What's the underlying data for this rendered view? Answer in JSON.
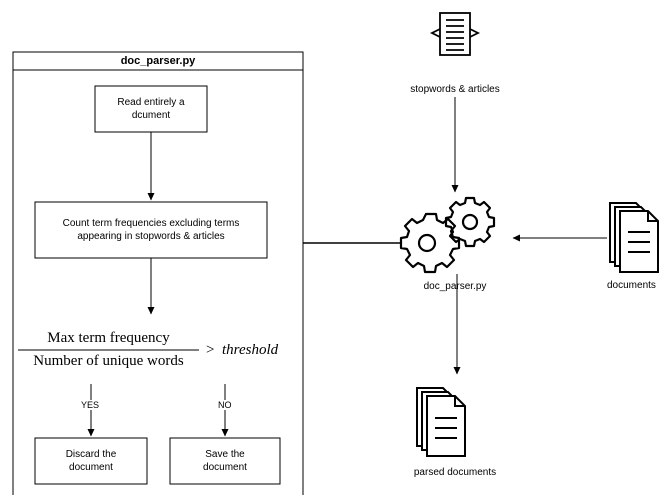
{
  "module": {
    "title": "doc_parser.py",
    "steps": {
      "read": "Read entirely a dcument",
      "count": "Count term frequencies excluding terms appearing in stopwords & articles",
      "discard": "Discard the document",
      "save": "Save the document"
    },
    "condition": {
      "numerator": "Max term frequency",
      "denominator": "Number of unique words",
      "operator": ">",
      "threshold": "threshold"
    },
    "branches": {
      "yes": "YES",
      "no": "NO"
    }
  },
  "nodes": {
    "stopwords": {
      "label": "stopwords & articles",
      "icon": "list-document-icon"
    },
    "parser": {
      "label": "doc_parser.py",
      "icon": "gears-icon"
    },
    "documents": {
      "label": "documents",
      "icon": "documents-stack-icon"
    },
    "parsed": {
      "label": "parsed documents",
      "icon": "documents-stack-icon"
    }
  }
}
